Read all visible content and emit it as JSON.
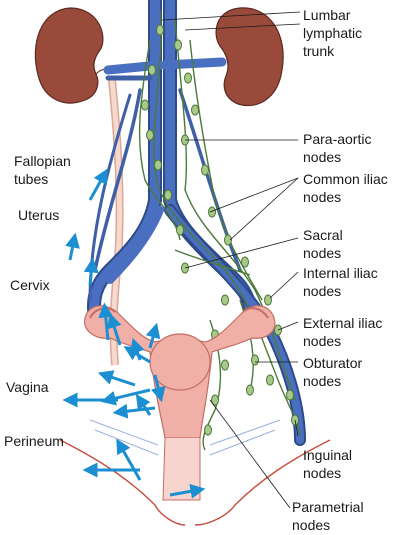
{
  "colors": {
    "kidney": "#9a4a3a",
    "vessel": "#3f5fa6",
    "lymph": "#4d7a3a",
    "node": "#a8c98a",
    "uterus": "#f0b0a8",
    "arrow": "#1b8fd1",
    "ureter": "#f1c7b8",
    "skin": "#c94a3a"
  },
  "labels": {
    "lumbar": [
      "Lumbar",
      "lymphatic",
      "trunk"
    ],
    "paraaortic": [
      "Para-aortic",
      "nodes"
    ],
    "common_iliac": [
      "Common iliac",
      "nodes"
    ],
    "sacral": [
      "Sacral",
      "nodes"
    ],
    "internal_iliac": [
      "Internal iliac",
      "nodes"
    ],
    "external_iliac": [
      "External iliac",
      "nodes"
    ],
    "obturator": [
      "Obturator",
      "nodes"
    ],
    "inguinal": [
      "Inguinal",
      "nodes"
    ],
    "parametrial": [
      "Parametrial",
      "nodes"
    ],
    "fallopian": [
      "Fallopian",
      "tubes"
    ],
    "uterus": "Uterus",
    "cervix": "Cervix",
    "vagina": "Vagina",
    "perineum": "Perineum"
  }
}
